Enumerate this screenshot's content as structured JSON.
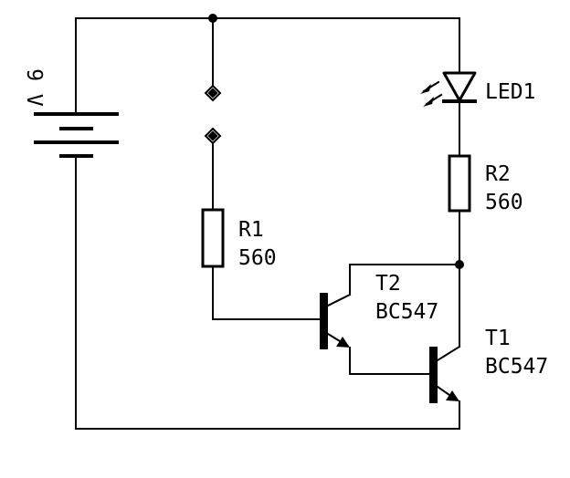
{
  "battery": {
    "voltage": "9 V"
  },
  "touch_contacts": {
    "count": 2
  },
  "led": {
    "ref": "LED1"
  },
  "r1": {
    "ref": "R1",
    "value": "560"
  },
  "r2": {
    "ref": "R2",
    "value": "560"
  },
  "t2": {
    "ref": "T2",
    "part": "BC547"
  },
  "t1": {
    "ref": "T1",
    "part": "BC547"
  }
}
